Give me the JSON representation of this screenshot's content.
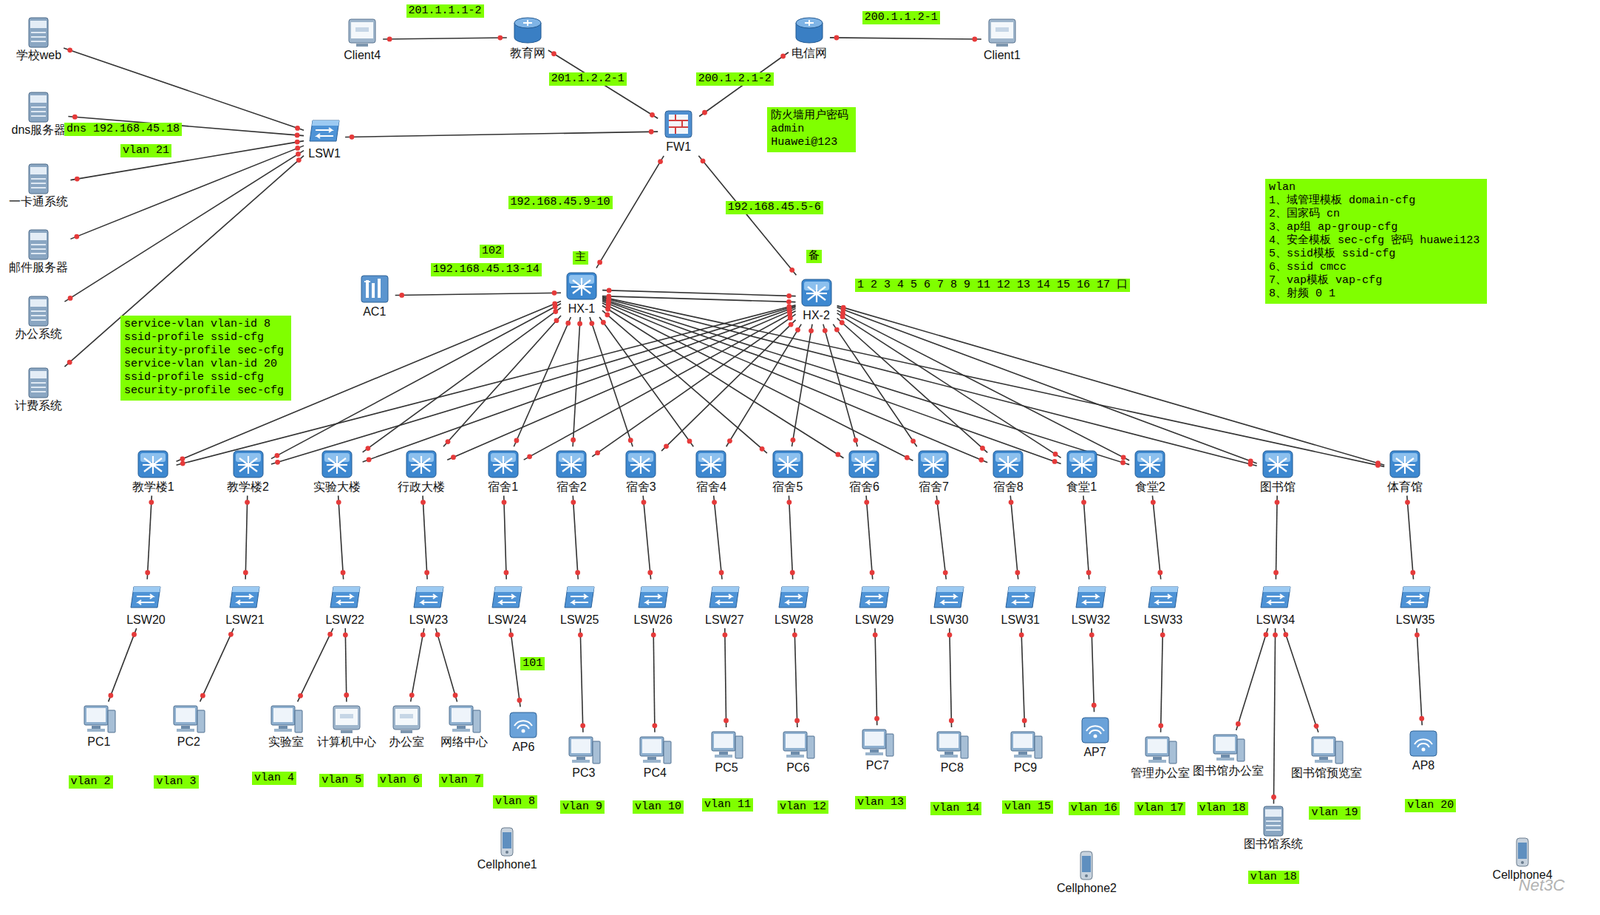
{
  "diagram": {
    "nodes": [
      {
        "text": [
          "学校web"
        ]
      },
      {
        "text": [
          "dns服务器"
        ]
      },
      {
        "text": [
          "一卡通系统"
        ]
      },
      {
        "text": [
          "邮件服务器"
        ]
      },
      {
        "text": [
          "办公系统"
        ]
      },
      {
        "text": [
          "计费系统"
        ]
      },
      {
        "text": [
          "Client4"
        ]
      },
      {
        "text": [
          "教育网"
        ]
      },
      {
        "text": [
          "电信网"
        ]
      },
      {
        "text": [
          "Client1"
        ]
      },
      {
        "text": [
          "LSW1"
        ]
      },
      {
        "text": [
          "FW1"
        ]
      },
      {
        "text": [
          "AC1"
        ]
      },
      {
        "text": [
          "HX-1"
        ]
      },
      {
        "text": [
          "HX-2"
        ]
      },
      {
        "text": [
          "教学楼1"
        ]
      },
      {
        "text": [
          "教学楼2"
        ]
      },
      {
        "text": [
          "实验大楼"
        ]
      },
      {
        "text": [
          "行政大楼"
        ]
      },
      {
        "text": [
          "宿舍1"
        ]
      },
      {
        "text": [
          "宿舍2"
        ]
      },
      {
        "text": [
          "宿舍3"
        ]
      },
      {
        "text": [
          "宿舍4"
        ]
      },
      {
        "text": [
          "宿舍5"
        ]
      },
      {
        "text": [
          "宿舍6"
        ]
      },
      {
        "text": [
          "宿舍7"
        ]
      },
      {
        "text": [
          "宿舍8"
        ]
      },
      {
        "text": [
          "食堂1"
        ]
      },
      {
        "text": [
          "食堂2"
        ]
      },
      {
        "text": [
          "图书馆"
        ]
      },
      {
        "text": [
          "体育馆"
        ]
      },
      {
        "text": [
          "LSW20"
        ]
      },
      {
        "text": [
          "LSW21"
        ]
      },
      {
        "text": [
          "LSW22"
        ]
      },
      {
        "text": [
          "LSW23"
        ]
      },
      {
        "text": [
          "LSW24"
        ]
      },
      {
        "text": [
          "LSW25"
        ]
      },
      {
        "text": [
          "LSW26"
        ]
      },
      {
        "text": [
          "LSW27"
        ]
      },
      {
        "text": [
          "LSW28"
        ]
      },
      {
        "text": [
          "LSW29"
        ]
      },
      {
        "text": [
          "LSW30"
        ]
      },
      {
        "text": [
          "LSW31"
        ]
      },
      {
        "text": [
          "LSW32"
        ]
      },
      {
        "text": [
          "LSW33"
        ]
      },
      {
        "text": [
          "LSW34"
        ]
      },
      {
        "text": [
          "LSW35"
        ]
      },
      {
        "text": [
          "PC1"
        ]
      },
      {
        "text": [
          "PC2"
        ]
      },
      {
        "text": [
          "实验室"
        ]
      },
      {
        "text": [
          "计算机中心"
        ]
      },
      {
        "text": [
          "办公室"
        ]
      },
      {
        "text": [
          "网络中心"
        ]
      },
      {
        "text": [
          "AP6"
        ]
      },
      {
        "text": [
          "PC3"
        ]
      },
      {
        "text": [
          "PC4"
        ]
      },
      {
        "text": [
          "PC5"
        ]
      },
      {
        "text": [
          "PC6"
        ]
      },
      {
        "text": [
          "PC7"
        ]
      },
      {
        "text": [
          "PC8"
        ]
      },
      {
        "text": [
          "PC9"
        ]
      },
      {
        "text": [
          "AP7"
        ]
      },
      {
        "text": [
          "管理办公室"
        ]
      },
      {
        "text": [
          "图书馆办公室"
        ]
      },
      {
        "text": [
          "图书馆系统"
        ]
      },
      {
        "text": [
          "图书馆预览室"
        ]
      },
      {
        "text": [
          "AP8"
        ]
      },
      {
        "text": [
          "Cellphone1"
        ]
      },
      {
        "text": [
          "Cellphone2"
        ]
      },
      {
        "text": [
          "Cellphone4"
        ]
      }
    ],
    "edges": [
      {
        "from": 0,
        "to": 10,
        "arrow": "none"
      },
      {
        "from": 1,
        "to": 10,
        "arrow": "none"
      },
      {
        "from": 2,
        "to": 10,
        "arrow": "none"
      },
      {
        "from": 3,
        "to": 10,
        "arrow": "none"
      },
      {
        "from": 4,
        "to": 10,
        "arrow": "none"
      },
      {
        "from": 5,
        "to": 10,
        "arrow": "none"
      },
      {
        "from": 10,
        "to": 11,
        "arrow": "none"
      },
      {
        "from": 6,
        "to": 7,
        "arrow": "none"
      },
      {
        "from": 7,
        "to": 11,
        "arrow": "none"
      },
      {
        "from": 11,
        "to": 8,
        "arrow": "none"
      },
      {
        "from": 8,
        "to": 9,
        "arrow": "none"
      },
      {
        "from": 11,
        "to": 13,
        "arrow": "none"
      },
      {
        "from": 11,
        "to": 14,
        "arrow": "none"
      },
      {
        "from": 12,
        "to": 13,
        "arrow": "none"
      },
      {
        "from": 13,
        "to": 14,
        "arrow": "none"
      },
      {
        "from": 13,
        "to": 14,
        "arrow": "none"
      },
      {
        "from": 13,
        "to": 15,
        "arrow": "none"
      },
      {
        "from": 13,
        "to": 16,
        "arrow": "none"
      },
      {
        "from": 13,
        "to": 17,
        "arrow": "none"
      },
      {
        "from": 13,
        "to": 18,
        "arrow": "none"
      },
      {
        "from": 13,
        "to": 19,
        "arrow": "none"
      },
      {
        "from": 13,
        "to": 20,
        "arrow": "none"
      },
      {
        "from": 13,
        "to": 21,
        "arrow": "none"
      },
      {
        "from": 13,
        "to": 22,
        "arrow": "none"
      },
      {
        "from": 13,
        "to": 23,
        "arrow": "none"
      },
      {
        "from": 13,
        "to": 24,
        "arrow": "none"
      },
      {
        "from": 13,
        "to": 25,
        "arrow": "none"
      },
      {
        "from": 13,
        "to": 26,
        "arrow": "none"
      },
      {
        "from": 13,
        "to": 27,
        "arrow": "none"
      },
      {
        "from": 13,
        "to": 28,
        "arrow": "none"
      },
      {
        "from": 13,
        "to": 29,
        "arrow": "none"
      },
      {
        "from": 13,
        "to": 30,
        "arrow": "none"
      },
      {
        "from": 14,
        "to": 15,
        "arrow": "none"
      },
      {
        "from": 14,
        "to": 16,
        "arrow": "none"
      },
      {
        "from": 14,
        "to": 17,
        "arrow": "none"
      },
      {
        "from": 14,
        "to": 18,
        "arrow": "none"
      },
      {
        "from": 14,
        "to": 19,
        "arrow": "none"
      },
      {
        "from": 14,
        "to": 20,
        "arrow": "none"
      },
      {
        "from": 14,
        "to": 21,
        "arrow": "none"
      },
      {
        "from": 14,
        "to": 22,
        "arrow": "none"
      },
      {
        "from": 14,
        "to": 23,
        "arrow": "none"
      },
      {
        "from": 14,
        "to": 24,
        "arrow": "none"
      },
      {
        "from": 14,
        "to": 25,
        "arrow": "none"
      },
      {
        "from": 14,
        "to": 26,
        "arrow": "none"
      },
      {
        "from": 14,
        "to": 27,
        "arrow": "none"
      },
      {
        "from": 14,
        "to": 28,
        "arrow": "none"
      },
      {
        "from": 14,
        "to": 29,
        "arrow": "none"
      },
      {
        "from": 14,
        "to": 30,
        "arrow": "none"
      },
      {
        "from": 15,
        "to": 31,
        "arrow": "none"
      },
      {
        "from": 16,
        "to": 32,
        "arrow": "none"
      },
      {
        "from": 17,
        "to": 33,
        "arrow": "none"
      },
      {
        "from": 18,
        "to": 34,
        "arrow": "none"
      },
      {
        "from": 19,
        "to": 35,
        "arrow": "none"
      },
      {
        "from": 20,
        "to": 36,
        "arrow": "none"
      },
      {
        "from": 21,
        "to": 37,
        "arrow": "none"
      },
      {
        "from": 22,
        "to": 38,
        "arrow": "none"
      },
      {
        "from": 23,
        "to": 39,
        "arrow": "none"
      },
      {
        "from": 24,
        "to": 40,
        "arrow": "none"
      },
      {
        "from": 25,
        "to": 41,
        "arrow": "none"
      },
      {
        "from": 26,
        "to": 42,
        "arrow": "none"
      },
      {
        "from": 27,
        "to": 43,
        "arrow": "none"
      },
      {
        "from": 28,
        "to": 44,
        "arrow": "none"
      },
      {
        "from": 29,
        "to": 45,
        "arrow": "none"
      },
      {
        "from": 30,
        "to": 46,
        "arrow": "none"
      },
      {
        "from": 31,
        "to": 47,
        "arrow": "none"
      },
      {
        "from": 32,
        "to": 48,
        "arrow": "none"
      },
      {
        "from": 33,
        "to": 49,
        "arrow": "none"
      },
      {
        "from": 33,
        "to": 50,
        "arrow": "none"
      },
      {
        "from": 34,
        "to": 51,
        "arrow": "none"
      },
      {
        "from": 34,
        "to": 52,
        "arrow": "none"
      },
      {
        "from": 35,
        "to": 53,
        "arrow": "none"
      },
      {
        "from": 36,
        "to": 54,
        "arrow": "none"
      },
      {
        "from": 37,
        "to": 55,
        "arrow": "none"
      },
      {
        "from": 38,
        "to": 56,
        "arrow": "none"
      },
      {
        "from": 39,
        "to": 57,
        "arrow": "none"
      },
      {
        "from": 40,
        "to": 58,
        "arrow": "none"
      },
      {
        "from": 41,
        "to": 59,
        "arrow": "none"
      },
      {
        "from": 42,
        "to": 60,
        "arrow": "none"
      },
      {
        "from": 43,
        "to": 61,
        "arrow": "none"
      },
      {
        "from": 44,
        "to": 62,
        "arrow": "none"
      },
      {
        "from": 45,
        "to": 63,
        "arrow": "none"
      },
      {
        "from": 45,
        "to": 64,
        "arrow": "none"
      },
      {
        "from": 45,
        "to": 65,
        "arrow": "none"
      },
      {
        "from": 46,
        "to": 66,
        "arrow": "none"
      }
    ],
    "labels": [
      "201.1.1.1-2",
      "200.1.1.2-1",
      "201.1.2.2-1",
      "200.1.2.1-2",
      "防火墙用户密码",
      "admin",
      "Huawei@123",
      "dns 192.168.45.18",
      "vlan 21",
      "192.168.45.9-10",
      "192.168.45.5-6",
      "102",
      "192.168.45.13-14",
      "主",
      "备",
      "1 2 3 4 5 6 7 8 9 11 12 13 14 15 16 17 口",
      "wlan",
      "1、域管理模板 domain-cfg",
      "2、国家码 cn",
      "3、ap组 ap-group-cfg",
      "4、安全模板 sec-cfg 密码 huawei123",
      "5、ssid模板 ssid-cfg",
      "6、ssid cmcc",
      "7、vap模板 vap-cfg",
      "8、射频 0 1",
      "service-vlan vlan-id 8",
      "ssid-profile ssid-cfg",
      "security-profile sec-cfg",
      "service-vlan vlan-id 20",
      "ssid-profile ssid-cfg",
      "security-profile sec-cfg",
      "101",
      "vlan 2",
      "vlan 3",
      "vlan 4",
      "vlan 5",
      "vlan 6",
      "vlan 7",
      "vlan 8",
      "vlan 9",
      "vlan 10",
      "vlan 11",
      "vlan 12",
      "vlan 13",
      "vlan 14",
      "vlan 15",
      "vlan 16",
      "vlan 17",
      "vlan 18",
      "vlan 19",
      "vlan 20",
      "vlan 18",
      "Net3C"
    ]
  }
}
